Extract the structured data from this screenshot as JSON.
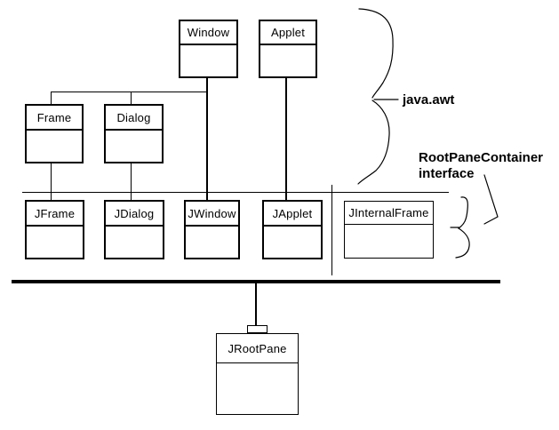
{
  "colors": {
    "background": "#ffffff",
    "line": "#000000",
    "text": "#000000"
  },
  "nodes": [
    {
      "label": "Window"
    },
    {
      "label": "Applet"
    },
    {
      "label": "Frame"
    },
    {
      "label": "Dialog"
    },
    {
      "label": "JFrame"
    },
    {
      "label": "JDialog"
    },
    {
      "label": "JWindow"
    },
    {
      "label": "JApplet"
    },
    {
      "label": "JInternalFrame"
    },
    {
      "label": "JRootPane"
    }
  ],
  "annotations": {
    "java_awt": "java.awt",
    "rootpane_line1": "RootPaneContainer",
    "rootpane_line2": "interface"
  },
  "edges": [
    {
      "from": "Window",
      "to": "Frame"
    },
    {
      "from": "Window",
      "to": "Dialog"
    },
    {
      "from": "Window",
      "to": "JWindow"
    },
    {
      "from": "Frame",
      "to": "JFrame"
    },
    {
      "from": "Dialog",
      "to": "JDialog"
    },
    {
      "from": "Applet",
      "to": "JApplet"
    },
    {
      "from": "thick-bar",
      "to": "JRootPane"
    }
  ]
}
